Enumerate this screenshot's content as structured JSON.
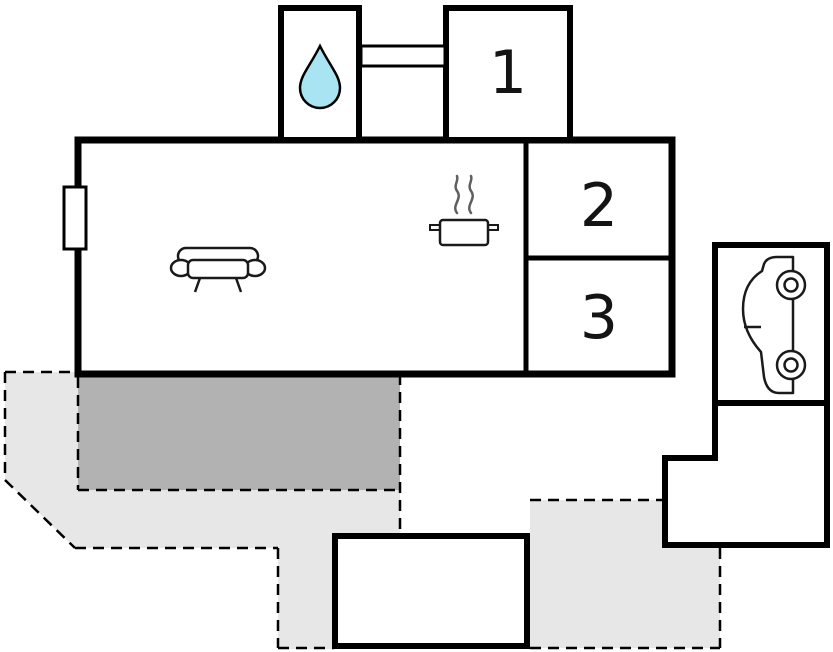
{
  "floor_plan": {
    "title": "vacation-home-floor-plan",
    "rooms": [
      {
        "label": "1"
      },
      {
        "label": "2"
      },
      {
        "label": "3"
      }
    ],
    "icons": [
      "water-drop-icon",
      "sofa-icon",
      "cooking-pot-icon",
      "steam-icon",
      "car-icon",
      "window-icon"
    ],
    "colors": {
      "wall": "#000000",
      "terrace_light": "#e7e7e7",
      "terrace_dark": "#b2b2b2",
      "water_drop": "#a8e4f2",
      "steam": "#5f5f5f",
      "background": "#ffffff",
      "label": "#141414"
    }
  }
}
